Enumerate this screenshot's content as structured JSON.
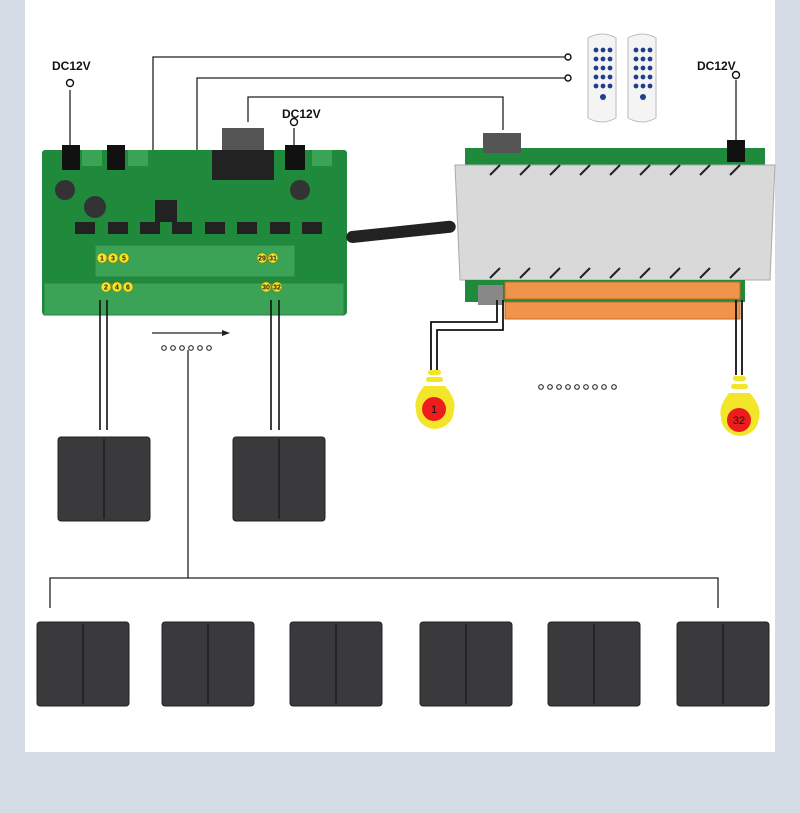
{
  "labels": {
    "power_left": "DC12V",
    "power_middle": "DC12V",
    "power_right": "DC12V"
  },
  "input_board": {
    "terminal_labels_top": [
      "1",
      "3",
      "5",
      "29",
      "31"
    ],
    "terminal_labels_bottom": [
      "2",
      "4",
      "6",
      "30",
      "32"
    ]
  },
  "relay_outputs": {
    "first_bulb": "1",
    "last_bulb": "32"
  },
  "colors": {
    "board_green": "#1f8a3c",
    "terminal_green": "#3aa356",
    "relay_case": "#d9d9d9",
    "relay_terminal": "#f0944a",
    "bulb_yellow": "#f2e52a",
    "bulb_red": "#ee1c1c",
    "switch_dark": "#3a3a3c",
    "remote_blue": "#1f3f8c"
  }
}
